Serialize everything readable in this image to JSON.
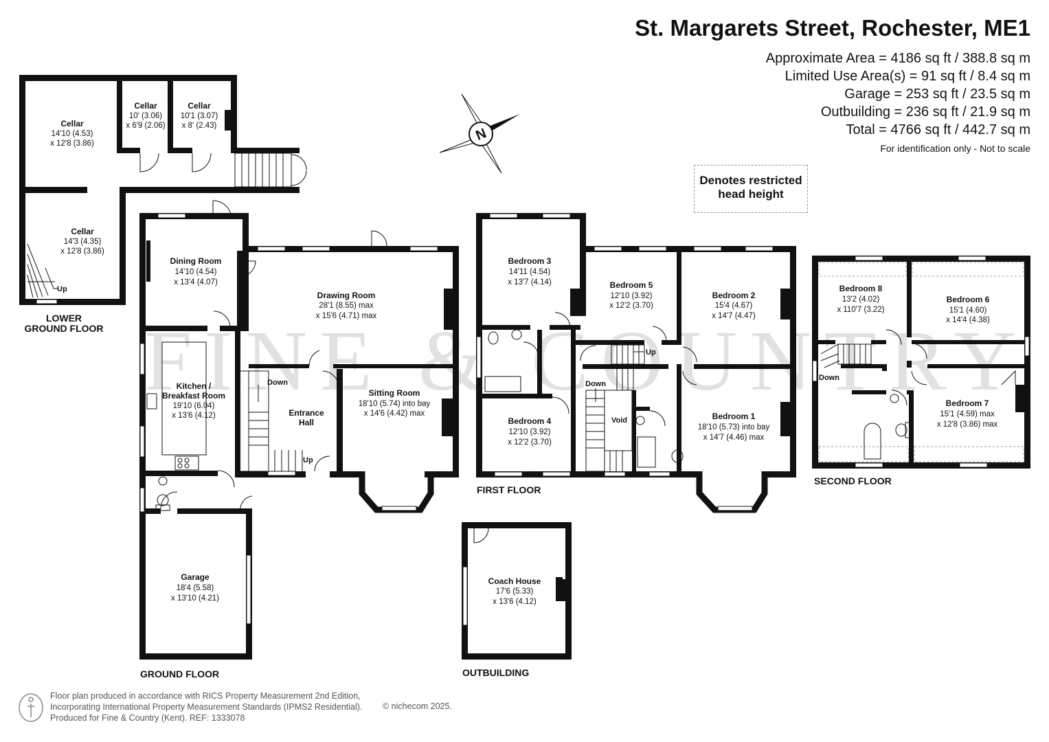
{
  "header": {
    "title": "St. Margarets Street, Rochester, ME1",
    "areas": [
      "Approximate Area = 4186 sq ft / 388.8 sq m",
      "Limited Use Area(s) = 91 sq ft / 8.4 sq m",
      "Garage = 253 sq ft / 23.5 sq m",
      "Outbuilding = 236 sq ft / 21.9 sq m",
      "Total = 4766 sq ft / 442.7 sq m"
    ],
    "note": "For identification only - Not to scale"
  },
  "legend": {
    "line1": "Denotes restricted",
    "line2": "head height"
  },
  "compass": {
    "letter": "N"
  },
  "watermark": "FINE & COUNTRY",
  "floors": {
    "lower_ground": {
      "line1": "LOWER",
      "line2": "GROUND FLOOR"
    },
    "ground": "GROUND FLOOR",
    "first": "FIRST FLOOR",
    "second": "SECOND FLOOR",
    "outbuilding": "OUTBUILDING"
  },
  "rooms": {
    "cellar1": {
      "name": "Cellar",
      "dim1": "14'10 (4.53)",
      "dim2": "x 12'8 (3.86)"
    },
    "cellar2": {
      "name": "Cellar",
      "dim1": "10' (3.06)",
      "dim2": "x 6'9 (2.06)"
    },
    "cellar3": {
      "name": "Cellar",
      "dim1": "10'1 (3.07)",
      "dim2": "x 8' (2.43)"
    },
    "cellar4": {
      "name": "Cellar",
      "dim1": "14'3 (4.35)",
      "dim2": "x 12'8 (3.86)"
    },
    "dining": {
      "name": "Dining Room",
      "dim1": "14'10 (4.54)",
      "dim2": "x 13'4 (4.07)"
    },
    "drawing": {
      "name": "Drawing Room",
      "dim1": "28'1 (8.55) max",
      "dim2": "x 15'6 (4.71) max"
    },
    "kitchen": {
      "name1": "Kitchen /",
      "name2": "Breakfast Room",
      "dim1": "19'10 (6.04)",
      "dim2": "x 13'6 (4.12)"
    },
    "entrance": {
      "name1": "Entrance",
      "name2": "Hall"
    },
    "sitting": {
      "name": "Sitting Room",
      "dim1": "18'10 (5.74) into bay",
      "dim2": "x 14'6 (4.42) max"
    },
    "garage": {
      "name": "Garage",
      "dim1": "18'4 (5.58)",
      "dim2": "x 13'10 (4.21)"
    },
    "bed3": {
      "name": "Bedroom 3",
      "dim1": "14'11 (4.54)",
      "dim2": "x 13'7 (4.14)"
    },
    "bed5": {
      "name": "Bedroom 5",
      "dim1": "12'10 (3.92)",
      "dim2": "x 12'2 (3.70)"
    },
    "bed2": {
      "name": "Bedroom 2",
      "dim1": "15'4 (4.67)",
      "dim2": "x 14'7 (4.47)"
    },
    "bed4": {
      "name": "Bedroom 4",
      "dim1": "12'10 (3.92)",
      "dim2": "x 12'2 (3.70)"
    },
    "bed1": {
      "name": "Bedroom 1",
      "dim1": "18'10 (5.73) into bay",
      "dim2": "x 14'7 (4.46) max"
    },
    "void": {
      "name": "Void"
    },
    "bed8": {
      "name": "Bedroom 8",
      "dim1": "13'2 (4.02)",
      "dim2": "x 110'7 (3.22)"
    },
    "bed6": {
      "name": "Bedroom 6",
      "dim1": "15'1 (4.60)",
      "dim2": "x 14'4 (4.38)"
    },
    "bed7": {
      "name": "Bedroom 7",
      "dim1": "15'1 (4.59) max",
      "dim2": "x 12'8 (3.86) max"
    },
    "coach": {
      "name": "Coach House",
      "dim1": "17'6 (5.33)",
      "dim2": "x 13'6 (4.12)"
    }
  },
  "stairs": {
    "up": "Up",
    "down": "Down"
  },
  "footer": {
    "line1": "Floor plan produced in accordance with RICS Property Measurement 2nd Edition,",
    "line2": "Incorporating International Property Measurement Standards (IPMS2 Residential).",
    "line3": "Produced for Fine & Country (Kent).   REF:  1333078",
    "copyright": "© nichecom 2025."
  }
}
